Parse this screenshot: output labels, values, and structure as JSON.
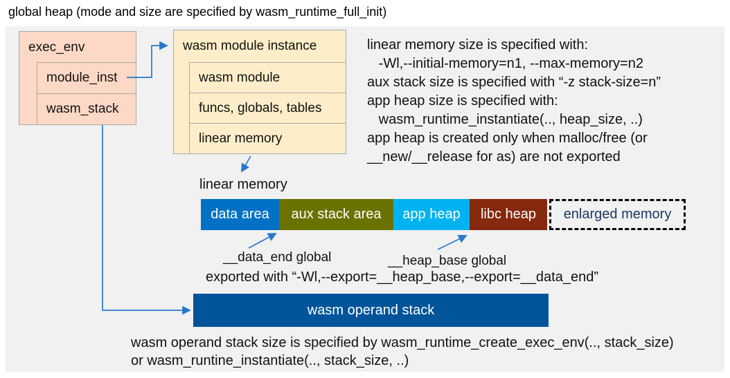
{
  "title": "global heap (mode and size are specified by wasm_runtime_full_init)",
  "exec_env": {
    "header": "exec_env",
    "rows": [
      "module_inst",
      "wasm_stack"
    ]
  },
  "module_instance": {
    "header": "wasm module instance",
    "rows": [
      "wasm module",
      "funcs, globals, tables",
      "linear memory"
    ]
  },
  "notes_right": [
    "linear memory size is specified with:",
    "   -Wl,--initial-memory=n1, --max-memory=n2",
    "aux stack size is specified with “-z stack-size=n”",
    "app heap size is specified with:",
    "   wasm_runtime_instantiate(.., heap_size, ..)",
    "app heap is created only when malloc/free (or",
    "__new/__release for as) are not exported"
  ],
  "linear_memory": {
    "label": "linear memory",
    "segments": [
      {
        "label": "data area",
        "color": "#0071c5",
        "text_color": "#ffffff",
        "width": 113
      },
      {
        "label": "aux stack area",
        "color": "#6a7200",
        "text_color": "#ffffff",
        "width": 165
      },
      {
        "label": "app heap",
        "color": "#00b3f0",
        "text_color": "#ffffff",
        "width": 110
      },
      {
        "label": "libc heap",
        "color": "#85290f",
        "text_color": "#ffffff",
        "width": 112
      },
      {
        "label": "enlarged memory",
        "color": "transparent",
        "text_color": "#1f3864",
        "width": 197,
        "style": "dashed"
      }
    ]
  },
  "annotations": {
    "data_end_label": "__data_end global",
    "heap_base_label": "__heap_base global",
    "exported_line": "exported with “-Wl,--export=__heap_base,--export=__data_end”"
  },
  "operand_stack": {
    "label": "wasm operand stack"
  },
  "notes_bottom": [
    "wasm operand stack size is specified by wasm_runtime_create_exec_env(.., stack_size)",
    "or wasm_runtine_instantiate(.., stack_size, ..)"
  ],
  "colors": {
    "panel_bg": "#f1f1f1",
    "exec_env_fill": "#fcd8c6",
    "module_fill": "#fdeec9",
    "box_border": "#a8a8a8",
    "connector": "#2878cb",
    "operand_stack": "#005499",
    "enlarged_text": "#1f3864",
    "data_area": "#0071c5",
    "aux_stack_area": "#6a7200",
    "app_heap": "#00b3f0",
    "libc_heap": "#85290f"
  }
}
